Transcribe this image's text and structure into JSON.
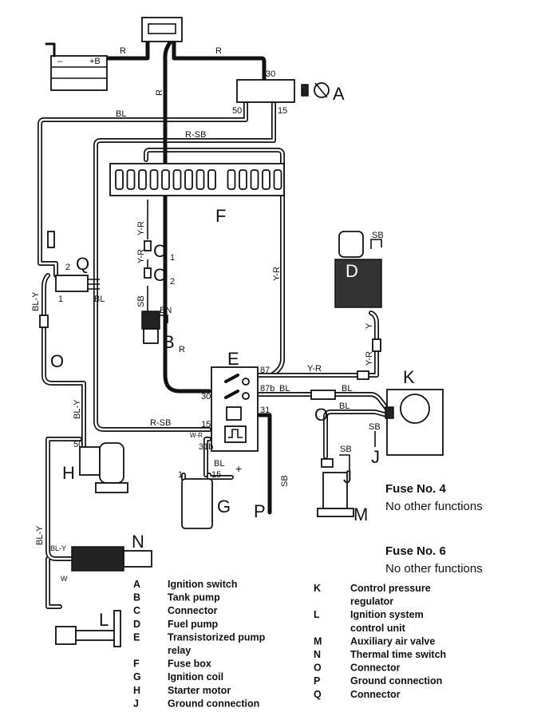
{
  "wire_labels": {
    "r_battery": "R",
    "r_switch": "R",
    "r_main": "R",
    "bl_top": "BL",
    "r_sb_top": "R-SB",
    "y_r_1": "Y-R",
    "y_r_2": "Y-R",
    "sb_tank": "SB",
    "bn": "BN",
    "y_r_right": "Y-R",
    "y_r_relay": "Y-R",
    "bl_relay": "BL",
    "bl_k": "BL",
    "bl_m": "BL",
    "sb_d": "SB",
    "y": "Y",
    "y_r_d": "Y-R",
    "sb_j": "SB",
    "sb_k": "SB",
    "r_sb_relay": "R-SB",
    "w_r": "W-R",
    "bl_coil": "BL",
    "plus": "+",
    "sb_p": "SB",
    "bl_y_1": "BL-Y",
    "bl_y_2": "BL-Y",
    "bl_y_3": "BL-Y",
    "bl_y_4": "BL-Y",
    "w": "W",
    "bl_q": "BL",
    "battery_neg": "–",
    "battery_pos": "+B"
  },
  "terminals": {
    "t30_switch": "30",
    "t50": "50",
    "t15_switch": "15",
    "t87": "87",
    "t87b": "87b",
    "t31": "31",
    "t30_relay": "30",
    "t15_relay": "15",
    "t31b": "31b",
    "t1_coil": "1",
    "t15_coil": "15",
    "t50_starter": "50",
    "q2": "2",
    "q1": "1"
  },
  "component_letters": {
    "A": "A",
    "B": "B",
    "B_sub": "R",
    "C1": "C",
    "C1_sub": "1",
    "C2": "C",
    "C2_sub": "2",
    "D": "D",
    "E": "E",
    "F": "F",
    "G": "G",
    "H": "H",
    "J1": "J",
    "J2": "J",
    "K": "K",
    "L": "L",
    "M": "M",
    "N": "N",
    "O1": "O",
    "O2": "O",
    "P": "P",
    "Q": "Q"
  },
  "notes": [
    {
      "title": "Fuse No. 4",
      "text": "No other functions"
    },
    {
      "title": "Fuse No. 6",
      "text": "No other functions"
    }
  ],
  "legend_left": [
    {
      "key": "A",
      "lines": [
        "Ignition switch"
      ]
    },
    {
      "key": "B",
      "lines": [
        "Tank pump"
      ]
    },
    {
      "key": "C",
      "lines": [
        "Connector"
      ]
    },
    {
      "key": "D",
      "lines": [
        "Fuel pump"
      ]
    },
    {
      "key": "E",
      "lines": [
        "Transistorized pump",
        "relay"
      ]
    },
    {
      "key": "F",
      "lines": [
        "Fuse box"
      ]
    },
    {
      "key": "G",
      "lines": [
        "Ignition coil"
      ]
    },
    {
      "key": "H",
      "lines": [
        "Starter motor"
      ]
    },
    {
      "key": "J",
      "lines": [
        "Ground connection"
      ]
    }
  ],
  "legend_right": [
    {
      "key": "K",
      "lines": [
        "Control pressure",
        "regulator"
      ]
    },
    {
      "key": "L",
      "lines": [
        "Ignition system",
        "control unit"
      ]
    },
    {
      "key": "M",
      "lines": [
        "Auxiliary air valve"
      ]
    },
    {
      "key": "N",
      "lines": [
        "Thermal time switch"
      ]
    },
    {
      "key": "O",
      "lines": [
        "Connector"
      ]
    },
    {
      "key": "P",
      "lines": [
        "Ground connection"
      ]
    },
    {
      "key": "Q",
      "lines": [
        "Connector"
      ]
    }
  ]
}
